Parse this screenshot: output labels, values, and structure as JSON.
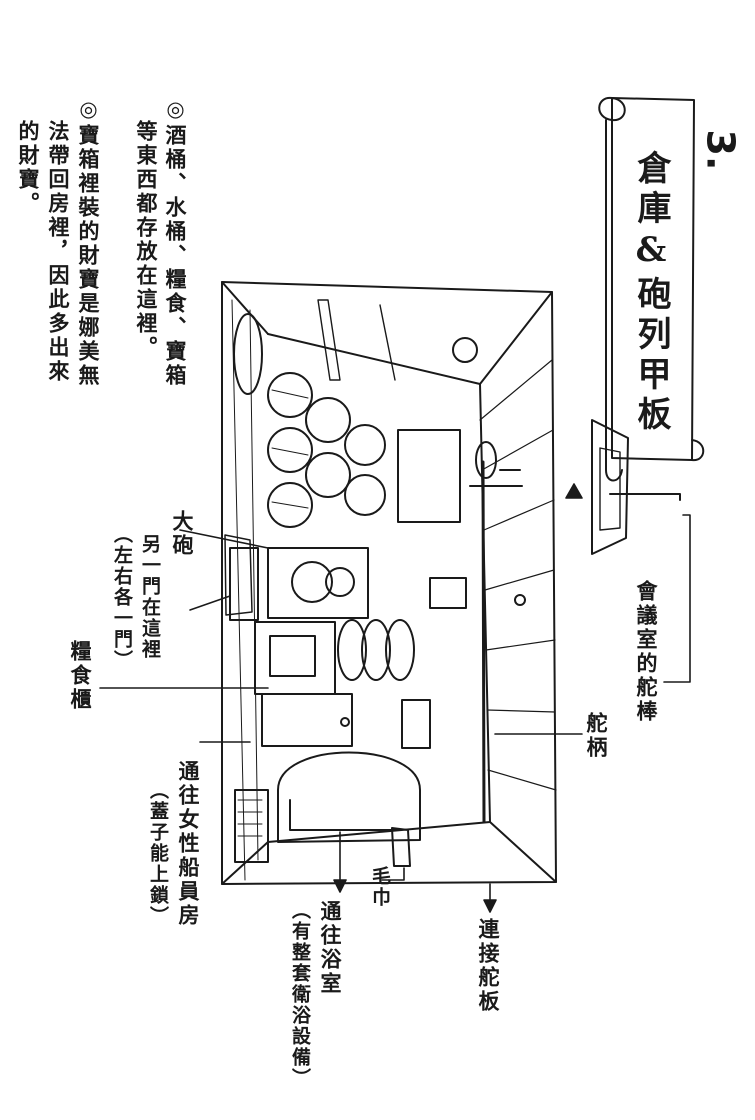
{
  "step_number": "3.",
  "title": "倉庫&砲列甲板",
  "notes": [
    "◎酒桶、水桶、糧食、寶箱",
    "　等東西都存放在這裡。",
    "◎寶箱裡裝的財寶是娜美無",
    "　法帶回房裡，因此多出來",
    "　的財寶。"
  ],
  "labels": {
    "meeting_room_helm": "會議室的舵棒",
    "helm": "舵柄",
    "connect_helm_deck": "連接舵板",
    "towel": "毛巾",
    "to_bathroom": "通往浴室",
    "bathroom_note": "（有整套衛浴設備）",
    "to_female_crew": "通往女性船員房",
    "lid_note": "（蓋子能上鎖）",
    "food_cabinet": "糧食櫃",
    "cannon": "大砲",
    "cannon_note_1": "另一門在這裡",
    "cannon_note_2": "（左右各一門）"
  }
}
